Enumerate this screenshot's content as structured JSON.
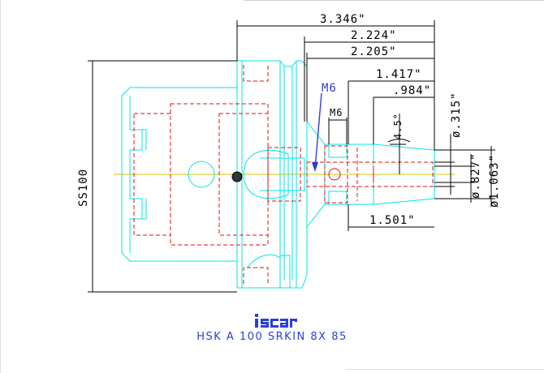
{
  "drawing": {
    "dimensions": {
      "overall_length": "3.346\"",
      "length_2": "2.224\"",
      "length_3": "2.205\"",
      "length_4": "1.417\"",
      "length_5": ".984\"",
      "thread_small": "M6",
      "angle": "4.5°",
      "nose_length": "1.501\"",
      "dia_tip": "ø.315\"",
      "dia_bore": "ø.827\"",
      "dia_nose": "ø1.063\"",
      "shank_height": "SS100"
    },
    "callout_thread": "M6"
  },
  "brand": {
    "logo_text": "iscar"
  },
  "caption": "HSK  A  100  SRKIN  8X  85",
  "colors": {
    "outline": "#00e5e5",
    "hidden": "#e01010",
    "dimension": "#000000",
    "callout": "#2a3fd4",
    "centerline": "#d9c400"
  }
}
